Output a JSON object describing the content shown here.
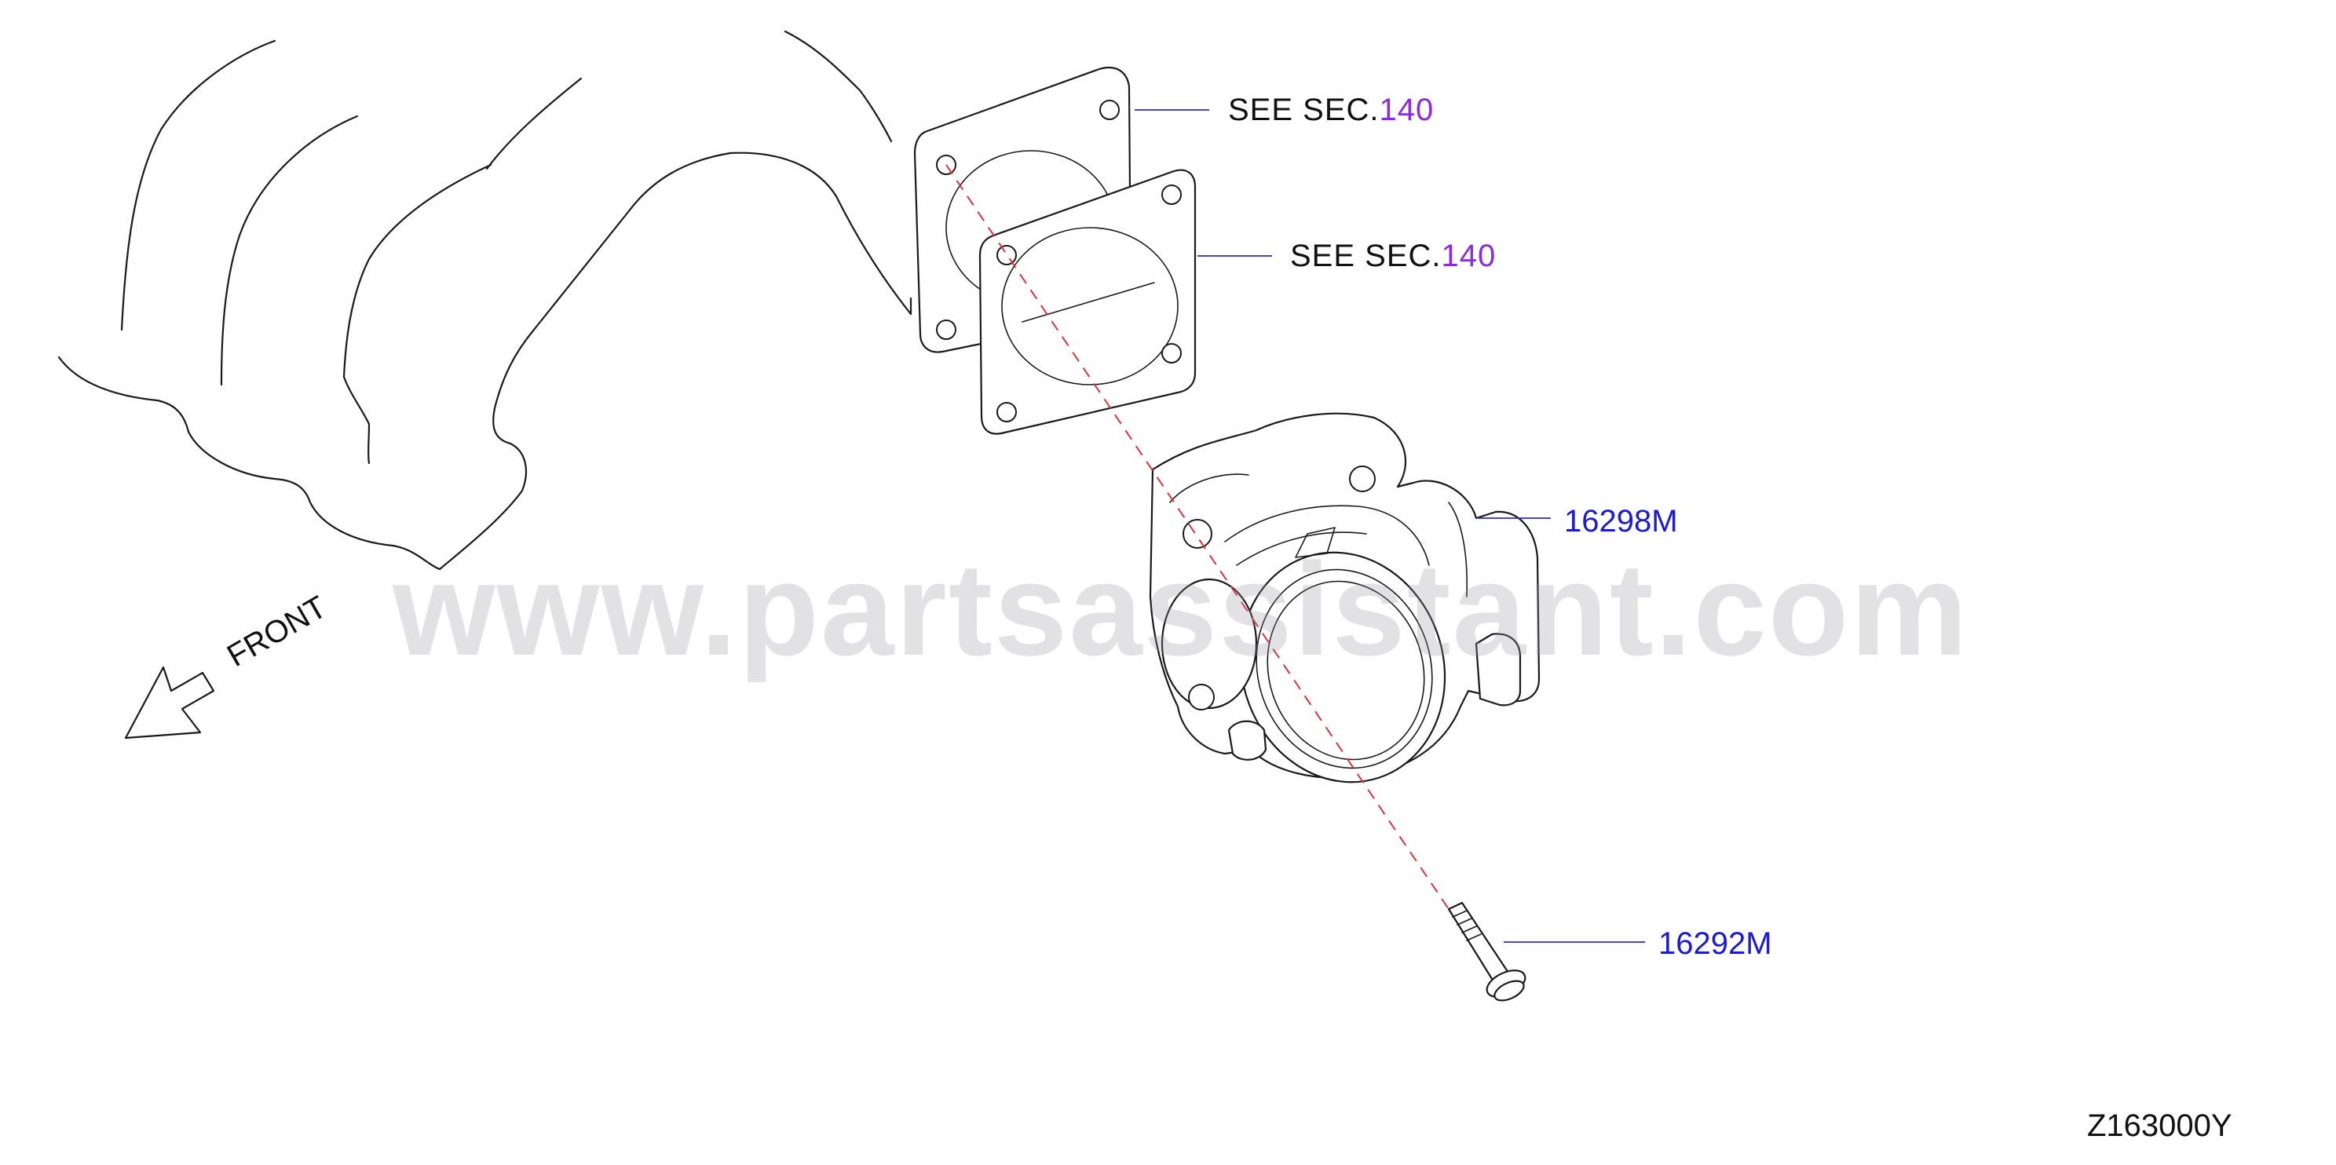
{
  "callouts": {
    "gasket_upper": {
      "prefix": "SEE  SEC.",
      "section": "140"
    },
    "gasket_lower": {
      "prefix": "SEE  SEC.",
      "section": "140"
    },
    "throttle_body": {
      "part_number": "16298M"
    },
    "bolt": {
      "part_number": "16292M"
    }
  },
  "front_indicator": {
    "label": "FRONT"
  },
  "watermark": "www.partsassistant.com",
  "diagram_id": "Z163000Y",
  "colors": {
    "part_number": "#1a1ad8",
    "section_ref": "#8a2be2",
    "alignment_line": "#e0303a",
    "line_art": "#1a1a1a"
  }
}
